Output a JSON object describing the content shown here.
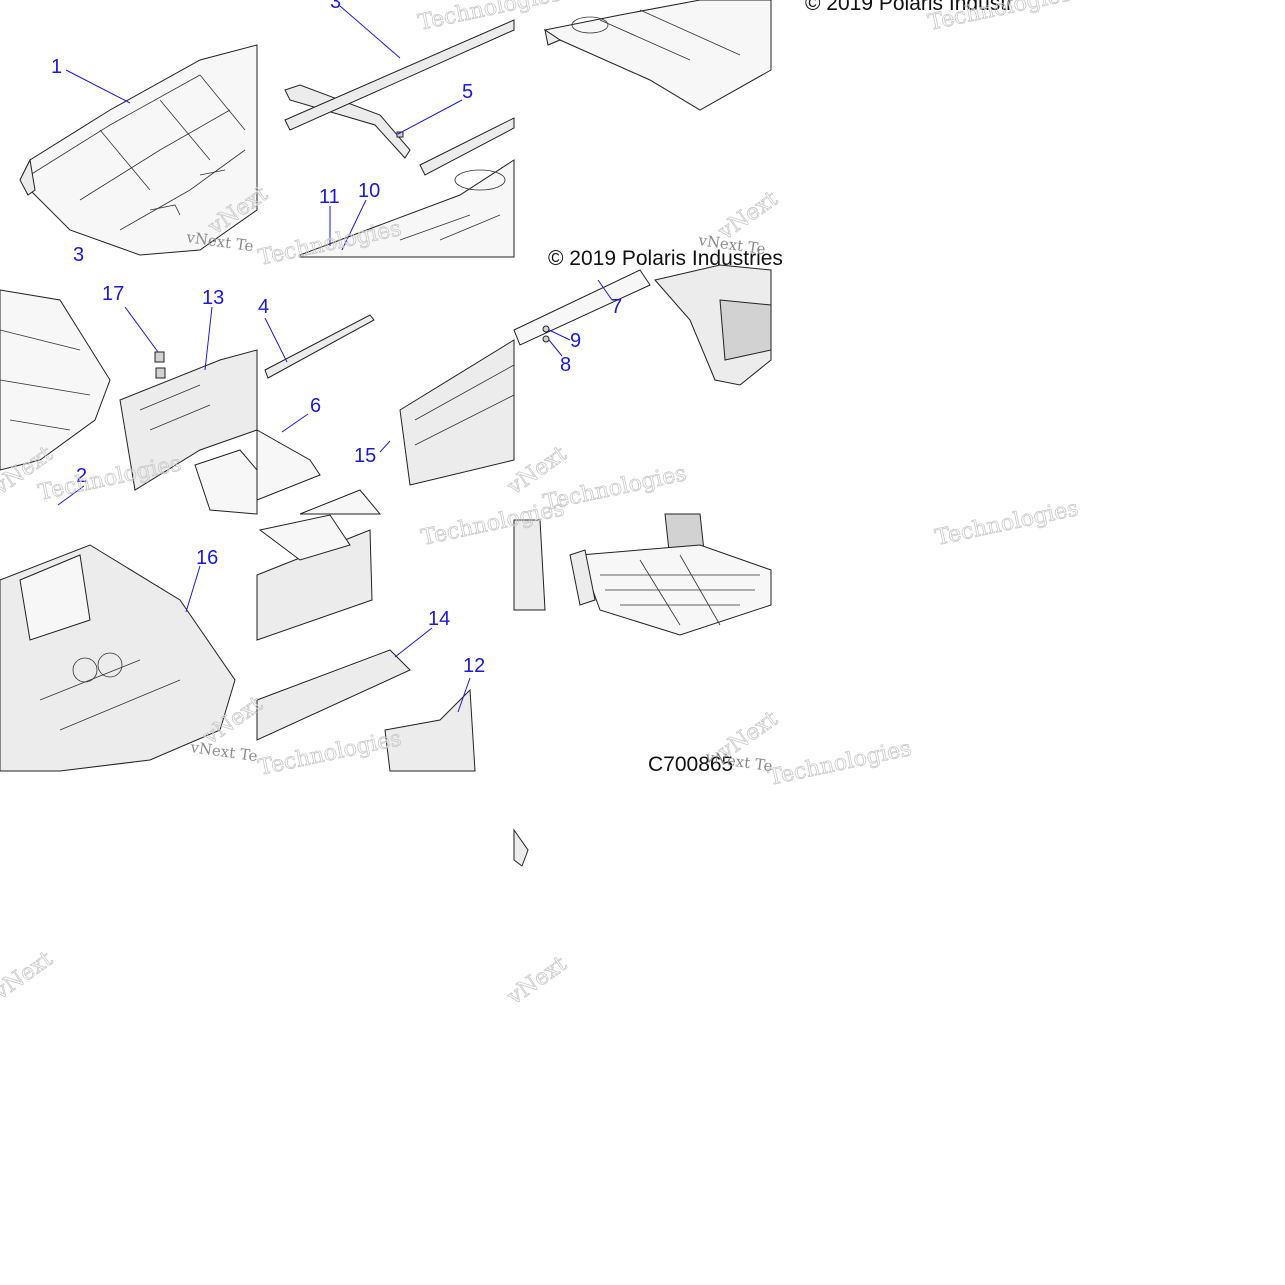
{
  "diagram": {
    "callouts": [
      "1",
      "2",
      "3",
      "4",
      "5",
      "6",
      "7",
      "8",
      "9",
      "10",
      "11",
      "12",
      "13",
      "14",
      "15",
      "16",
      "17"
    ],
    "copyright": "© 2019 Polaris Industries",
    "copyright_partial": "© 2019 Polaris Industr",
    "drawing_code": "C700865",
    "watermark": {
      "brand": "vNext",
      "word": "Technologies",
      "small": "vNext Te"
    }
  }
}
